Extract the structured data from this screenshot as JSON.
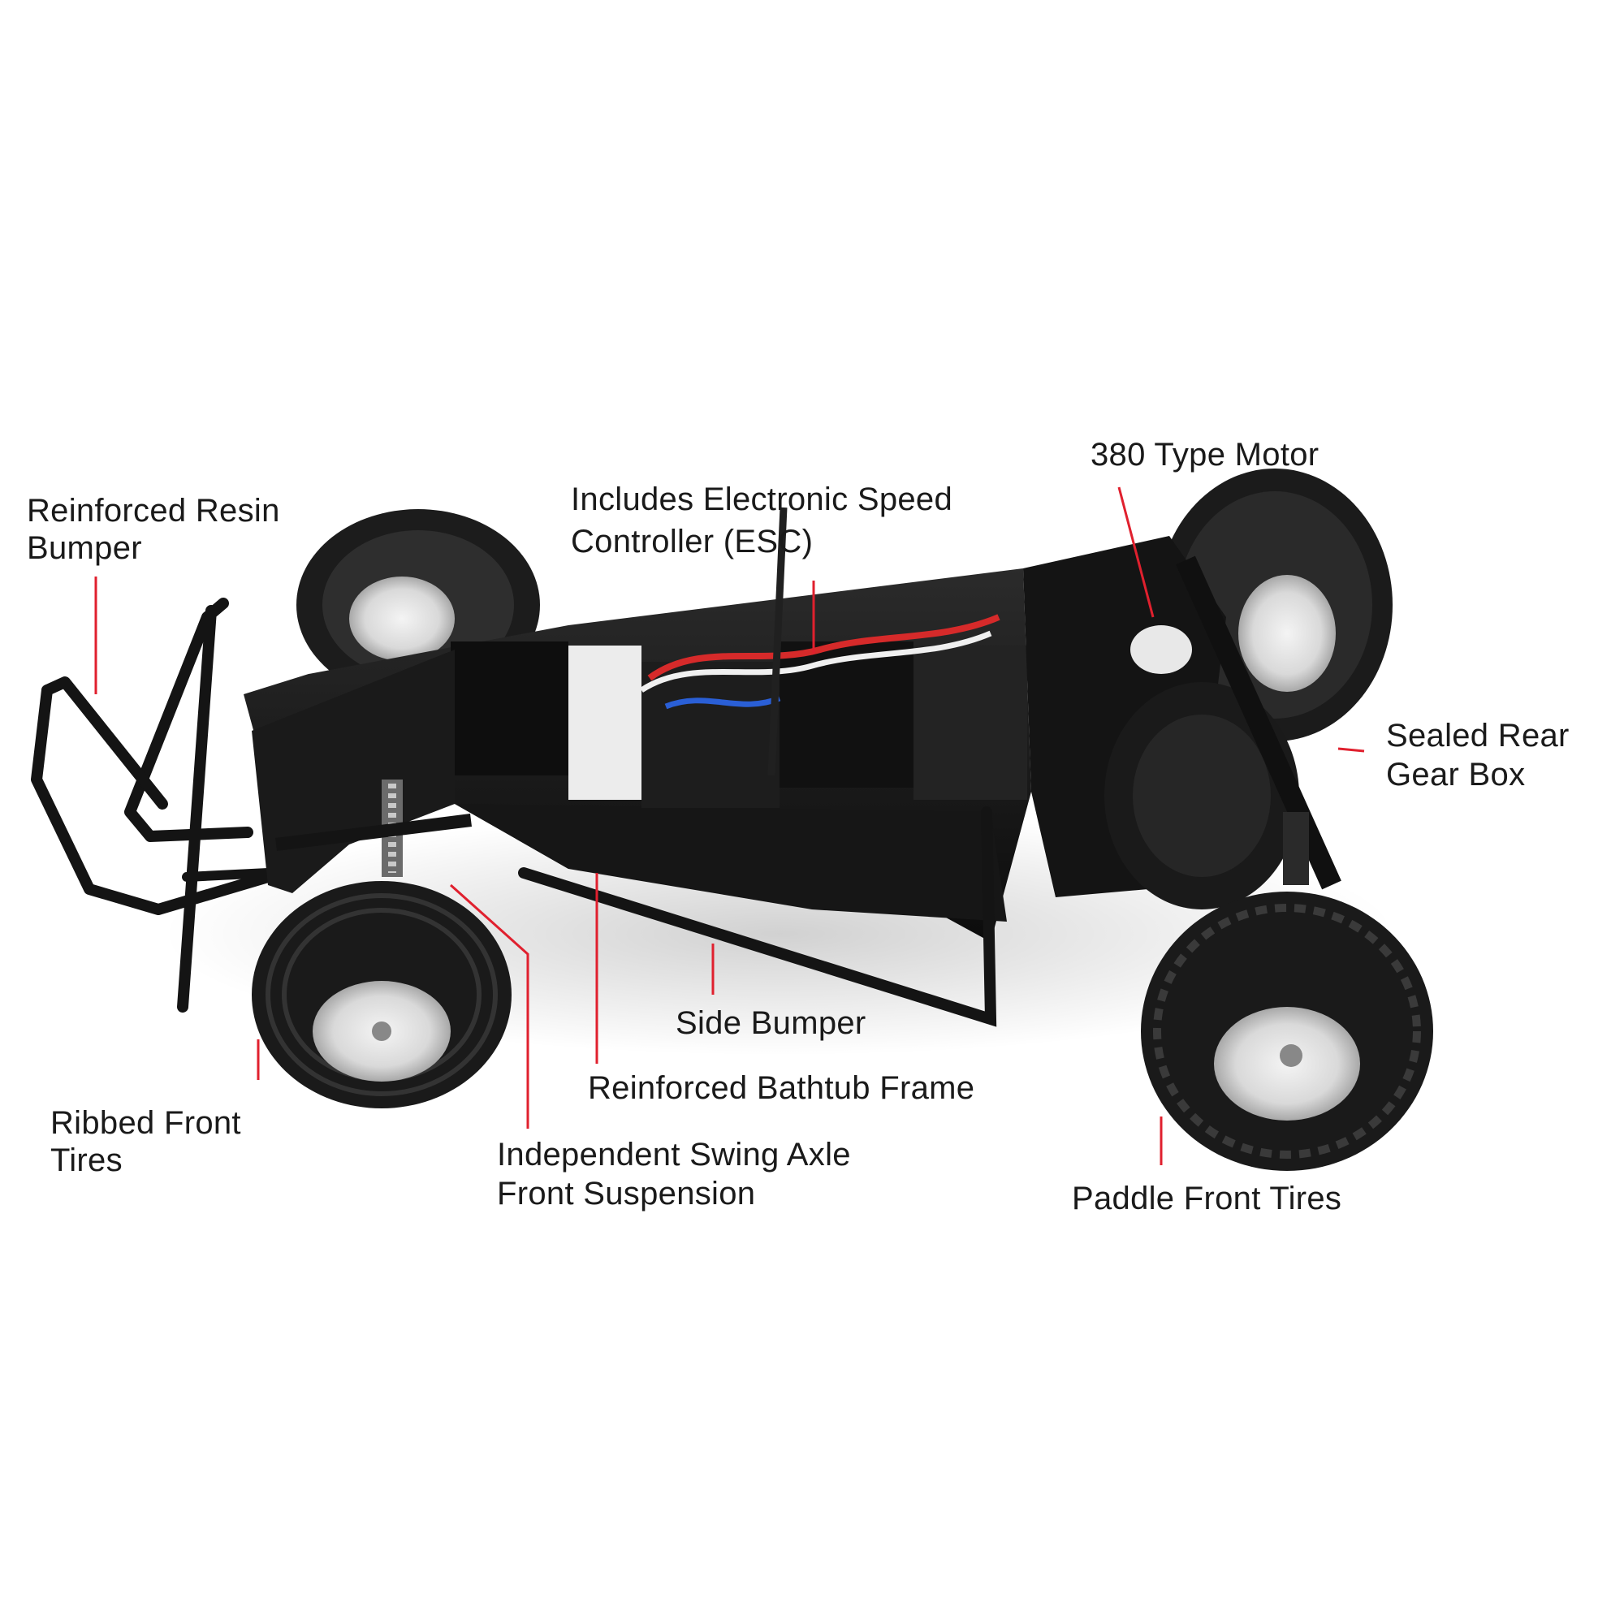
{
  "subject": "RC buggy chassis",
  "leader_color": "#e0202e",
  "callouts": {
    "reinforced_resin_bumper": [
      "Reinforced Resin",
      "Bumper"
    ],
    "esc": [
      "Includes Electronic Speed",
      "Controller (ESC)"
    ],
    "motor": [
      "380 Type Motor"
    ],
    "sealed_rear_gear_box": [
      "Sealed Rear",
      "Gear Box"
    ],
    "side_bumper": [
      "Side Bumper"
    ],
    "bathtub_frame": [
      "Reinforced Bathtub Frame"
    ],
    "ribbed_front_tires": [
      "Ribbed Front",
      "Tires"
    ],
    "swing_axle": [
      "Independent Swing Axle",
      "Front Suspension"
    ],
    "paddle_tires": [
      "Paddle Front Tires"
    ]
  }
}
